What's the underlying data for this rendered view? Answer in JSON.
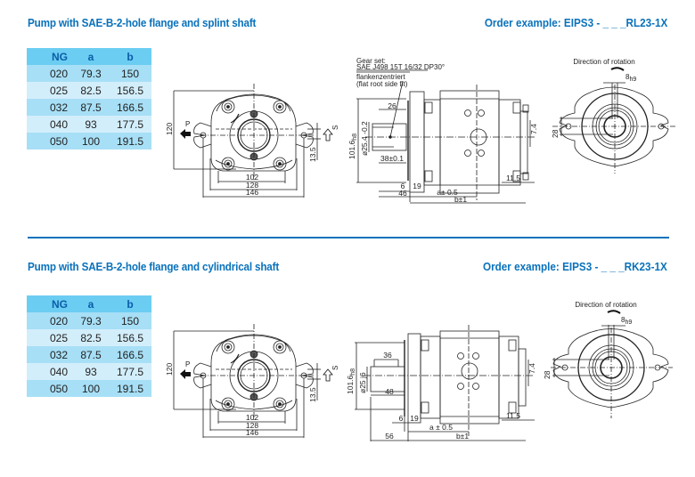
{
  "sections": [
    {
      "title": "Pump with SAE-B-2-hole flange and splint shaft",
      "order_example": "Order example: EIPS3 - _ _ _RL23-1X",
      "table": {
        "headers": [
          "NG",
          "a",
          "b"
        ],
        "rows": [
          [
            "020",
            "79.3",
            "150"
          ],
          [
            "025",
            "82.5",
            "156.5"
          ],
          [
            "032",
            "87.5",
            "166.5"
          ],
          [
            "040",
            "93",
            "177.5"
          ],
          [
            "050",
            "100",
            "191.5"
          ]
        ]
      },
      "front_view": {
        "dim_height": "120",
        "dim_offset": "13.5",
        "dim_w1": "102",
        "dim_w2": "128",
        "dim_w3": "146",
        "port_pressure": "P",
        "port_suction": "S"
      },
      "side_view": {
        "note_line1": "Gear set:",
        "note_line2": "SAE J498 15T 16/32 DP30°",
        "note_line3": "flankenzentriert",
        "note_line4": "(flat root side fit)",
        "dim_pilot": "101.6",
        "dim_pilot_tol": "h8",
        "dim_shaft": "ø25.4",
        "dim_shaft_tol": "-0.2",
        "dim_spline_len": "26",
        "dim_shaft_len": "38±0.1",
        "dim_6": "6",
        "dim_19": "19",
        "dim_total_shaft": "46",
        "dim_a": "a± 0.5",
        "dim_b": "b±1",
        "dim_11_5": "11.5",
        "dim_7_4": "7.4"
      },
      "rear_view": {
        "rotation_label": "Direction of rotation",
        "dim_key": "8",
        "dim_key_tol": "h9",
        "dim_28": "28"
      }
    },
    {
      "title": "Pump with SAE-B-2-hole flange and cylindrical shaft",
      "order_example": "Order example: EIPS3 - _ _ _RK23-1X",
      "table": {
        "headers": [
          "NG",
          "a",
          "b"
        ],
        "rows": [
          [
            "020",
            "79.3",
            "150"
          ],
          [
            "025",
            "82.5",
            "156.5"
          ],
          [
            "032",
            "87.5",
            "166.5"
          ],
          [
            "040",
            "93",
            "177.5"
          ],
          [
            "050",
            "100",
            "191.5"
          ]
        ]
      },
      "front_view": {
        "dim_height": "120",
        "dim_offset": "13.5",
        "dim_w1": "102",
        "dim_w2": "128",
        "dim_w3": "146",
        "port_pressure": "P",
        "port_suction": "S"
      },
      "side_view": {
        "dim_pilot": "101.6",
        "dim_pilot_tol": "h8",
        "dim_shaft": "ø25",
        "dim_shaft_tol": "j6",
        "dim_key_len": "36",
        "dim_shaft_len": "48",
        "dim_6": "6",
        "dim_19": "19",
        "dim_total_shaft": "56",
        "dim_a": "a ± 0.5",
        "dim_b": "b±1",
        "dim_11_5": "11.5",
        "dim_7_4": "7.4"
      },
      "rear_view": {
        "rotation_label": "Direction of rotation",
        "dim_key": "8",
        "dim_key_tol": "h9",
        "dim_28": "28"
      }
    }
  ],
  "colors": {
    "title_blue": "#0a72bb",
    "table_header": "#6ccdf2",
    "row_dark": "#a7dff6",
    "row_light": "#d3eefb"
  }
}
